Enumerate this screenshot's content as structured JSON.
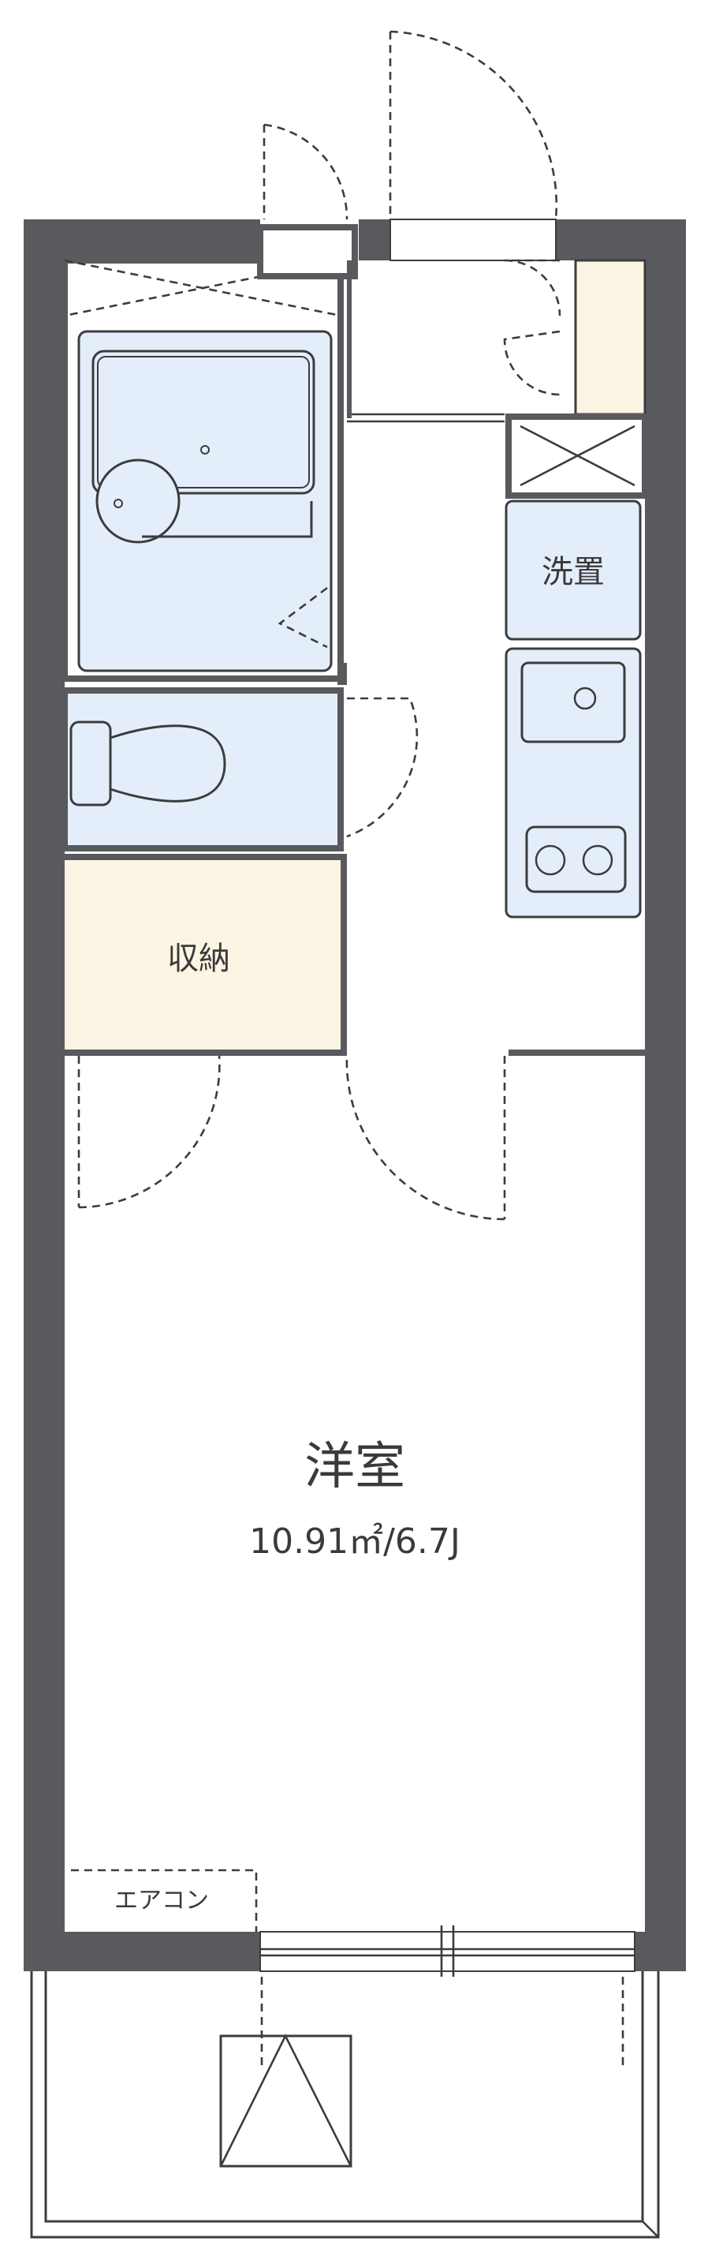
{
  "rooms": {
    "western_room": {
      "name": "洋室",
      "size": "10.91㎡/6.7J"
    },
    "storage": {
      "name": "収納"
    },
    "washer": {
      "name": "洗置"
    },
    "aircon": {
      "name": "エアコン"
    }
  },
  "colors": {
    "wall": "#595a5d",
    "wet_area": "#e4eefb",
    "storage": "#fdf5e3",
    "floor": "#ffffff",
    "line": "#3c3c3c"
  }
}
